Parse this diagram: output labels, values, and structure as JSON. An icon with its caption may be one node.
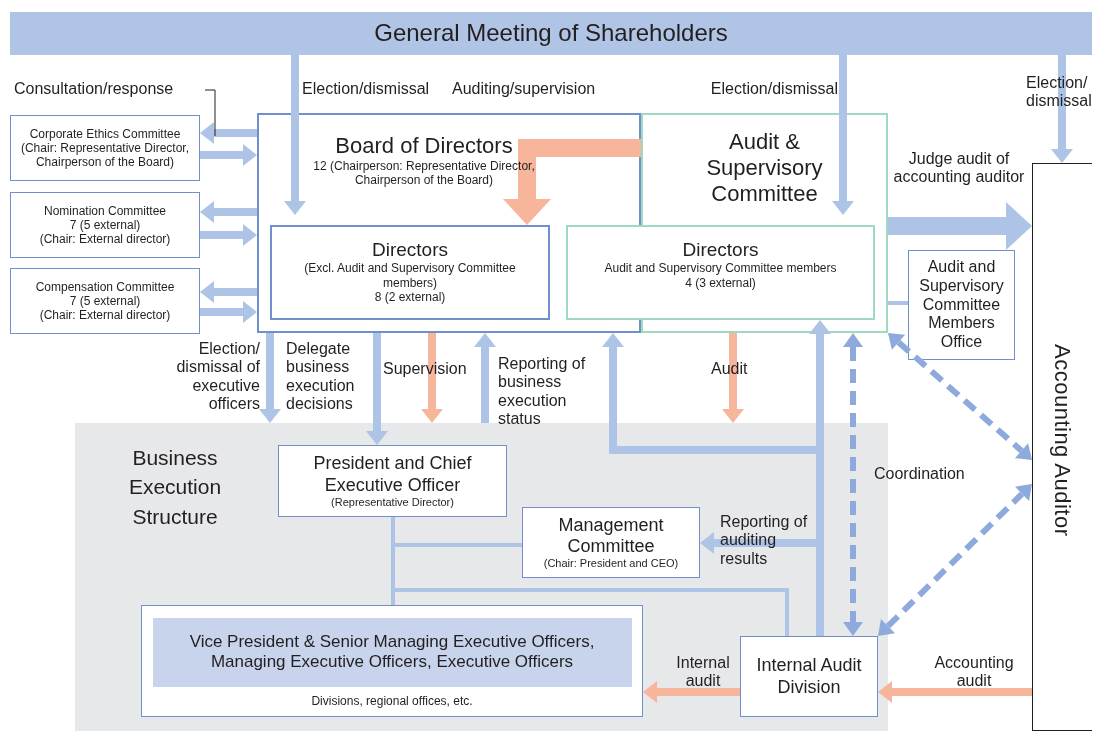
{
  "diagram": {
    "nodes": [
      {
        "text": [
          "General Meeting of Shareholders"
        ]
      },
      {
        "text": [
          "Corporate Ethics Committee",
          "(Chair: Representative Director, Chairperson of the Board)"
        ]
      },
      {
        "text": [
          "Nomination Committee",
          "7 (5 external)",
          "(Chair: External director)"
        ]
      },
      {
        "text": [
          "Compensation Committee",
          "7 (5 external)",
          "(Chair: External director)"
        ]
      },
      {
        "text": [
          "Board of Directors",
          "12 (Chairperson: Representative Director, Chairperson of the Board)"
        ]
      },
      {
        "text": [
          "Directors",
          "(Excl. Audit and Supervisory Committee members)",
          "8 (2 external)"
        ],
        "in": 4
      },
      {
        "text": [
          "Audit & Supervisory Committee"
        ]
      },
      {
        "text": [
          "Directors",
          "Audit and Supervisory Committee members",
          "4 (3 external)"
        ]
      },
      {
        "text": [
          "Audit and Supervisory Committee Members Office"
        ]
      },
      {
        "text": [
          "Accounting Auditor"
        ]
      },
      {
        "text": [
          "Business Execution Structure"
        ]
      },
      {
        "text": [
          "President and Chief Executive Officer",
          "(Representative Director)"
        ],
        "in": 10
      },
      {
        "text": [
          "Management Committee",
          "(Chair: President and CEO)"
        ],
        "in": 10
      },
      {
        "text": [
          "Divisions, regional offices, etc."
        ],
        "in": 10
      },
      {
        "text": [
          "Vice President & Senior Managing Executive Officers, Managing Executive Officers, Executive Officers"
        ],
        "in": 13
      },
      {
        "text": [
          "Internal Audit Division"
        ],
        "in": 10
      }
    ],
    "edges": [
      {
        "from": 0,
        "to": 4,
        "arrow": "to",
        "label": "Election/dismissal"
      },
      {
        "from": 0,
        "to": 6,
        "arrow": "to",
        "label": "Election/dismissal"
      },
      {
        "from": 0,
        "to": 9,
        "arrow": "to",
        "label": "Election/ dismissal"
      },
      {
        "from": 4,
        "to": 1,
        "arrow": "to"
      },
      {
        "from": 1,
        "to": 4,
        "arrow": "to"
      },
      {
        "from": 4,
        "to": 2,
        "arrow": "to"
      },
      {
        "from": 2,
        "to": 4,
        "arrow": "to"
      },
      {
        "from": 4,
        "to": 3,
        "arrow": "to"
      },
      {
        "from": 3,
        "to": 4,
        "arrow": "to"
      },
      {
        "from": 6,
        "to": 5,
        "arrow": "to",
        "label": "Auditing/supervision",
        "style": "thick",
        "color": "#f7b59c"
      },
      {
        "from": 6,
        "to": 9,
        "arrow": "to",
        "label": "Judge audit of accounting auditor",
        "style": "thick"
      },
      {
        "from": 8,
        "to": 6,
        "arrow": "none"
      },
      {
        "from": 4,
        "to": 10,
        "arrow": "to",
        "label": "Election/ dismissal of executive officers"
      },
      {
        "from": 4,
        "to": 11,
        "arrow": "to",
        "label": "Delegate business execution decisions"
      },
      {
        "from": 4,
        "to": 10,
        "arrow": "to",
        "label": "Supervision",
        "color": "#f7b59c"
      },
      {
        "from": 10,
        "to": 4,
        "arrow": "to",
        "label": "Reporting of business execution status"
      },
      {
        "from": 6,
        "to": 10,
        "arrow": "to",
        "label": "Audit",
        "color": "#f7b59c"
      },
      {
        "from": 15,
        "to": 7,
        "arrow": "to"
      },
      {
        "from": 15,
        "to": 4,
        "arrow": "to"
      },
      {
        "from": 15,
        "to": 12,
        "arrow": "to",
        "label": "Reporting of auditing results"
      },
      {
        "from": 6,
        "to": 15,
        "arrow": "both",
        "style": "dashed",
        "color": "#8eaadc"
      },
      {
        "from": 6,
        "to": 9,
        "arrow": "both",
        "style": "dashed",
        "color": "#8eaadc",
        "label": "Coordination"
      },
      {
        "from": 15,
        "to": 9,
        "arrow": "both",
        "style": "dashed",
        "color": "#8eaadc"
      },
      {
        "from": 9,
        "to": 15,
        "arrow": "to",
        "label": "Accounting audit",
        "color": "#f7b59c"
      },
      {
        "from": 15,
        "to": 13,
        "arrow": "to",
        "label": "Internal audit",
        "color": "#f7b59c"
      },
      {
        "from": 11,
        "to": 12,
        "arrow": "none"
      },
      {
        "from": 11,
        "to": 13,
        "arrow": "none"
      },
      {
        "from": 11,
        "to": 15,
        "arrow": "none"
      }
    ],
    "labels": [
      "Consultation/response"
    ]
  }
}
